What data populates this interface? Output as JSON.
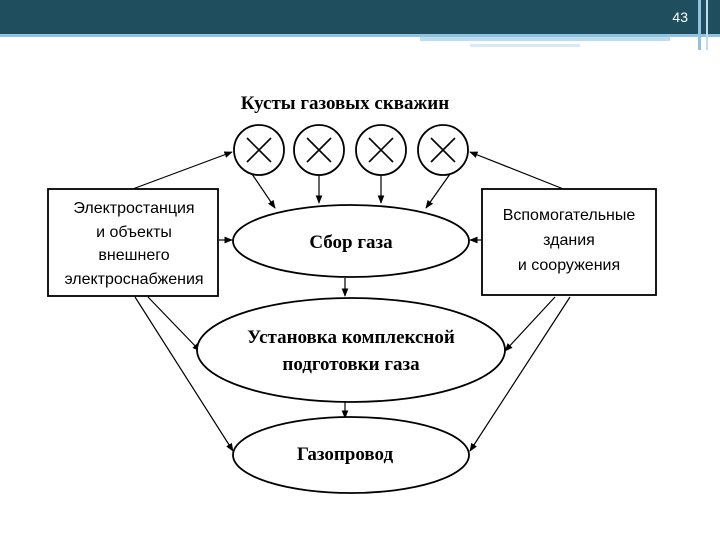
{
  "slide": {
    "page_number": "43"
  },
  "diagram": {
    "title": "Кусты газовых скважин",
    "left_box": {
      "lines": [
        "Электростанция",
        "и объекты",
        "внешнего",
        "электроснабжения"
      ]
    },
    "right_box": {
      "lines": [
        "Вспомогательные",
        "здания",
        "и сооружения"
      ]
    },
    "collect": {
      "label": "Сбор газа"
    },
    "treatment": {
      "lines": [
        "Установка комплексной",
        "подготовки газа"
      ]
    },
    "pipeline": {
      "label": "Газопровод"
    }
  },
  "colors": {
    "header_bar": "#1f4e5f",
    "accent": "#5fa8d3",
    "line": "#000000"
  }
}
